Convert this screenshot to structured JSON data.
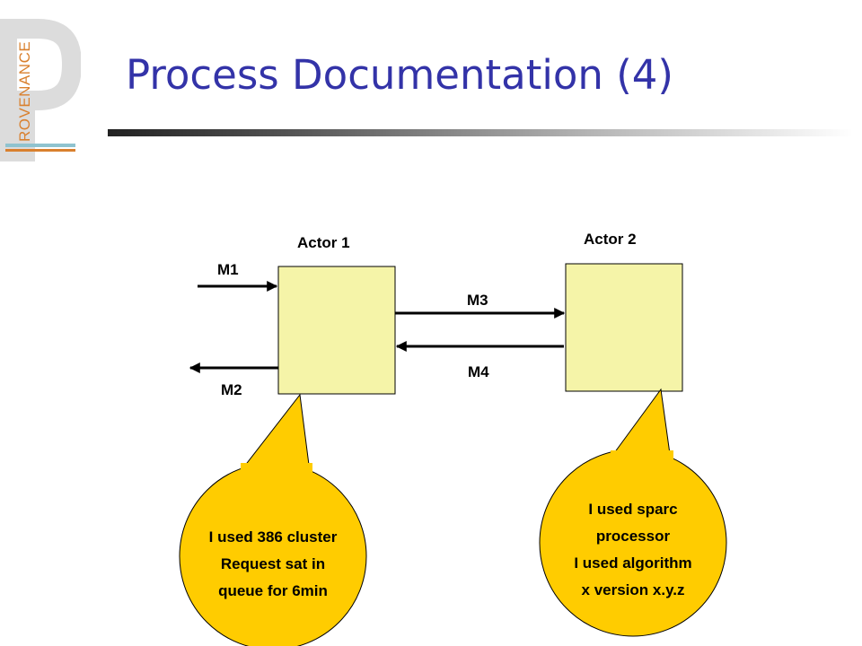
{
  "logo": {
    "text": "ROVENANCE"
  },
  "title": "Process Documentation (4)",
  "diagram": {
    "actors": [
      {
        "label": "Actor 1"
      },
      {
        "label": "Actor 2"
      }
    ],
    "messages": [
      {
        "label": "M1",
        "from": "outside",
        "to": "Actor 1"
      },
      {
        "label": "M2",
        "from": "Actor 1",
        "to": "outside"
      },
      {
        "label": "M3",
        "from": "Actor 1",
        "to": "Actor 2"
      },
      {
        "label": "M4",
        "from": "Actor 2",
        "to": "Actor 1"
      }
    ],
    "callouts": [
      {
        "actor": "Actor 1",
        "lines": [
          "I used 386 cluster",
          "Request sat in",
          "queue for 6min"
        ]
      },
      {
        "actor": "Actor 2",
        "lines": [
          "I used sparc",
          "processor",
          "I used algorithm",
          "x version x.y.z"
        ]
      }
    ]
  },
  "colors": {
    "title": "#3333a8",
    "actor_fill": "#f5f4a8",
    "callout_fill": "#ffcc00",
    "logo_accent": "#d9802e"
  }
}
